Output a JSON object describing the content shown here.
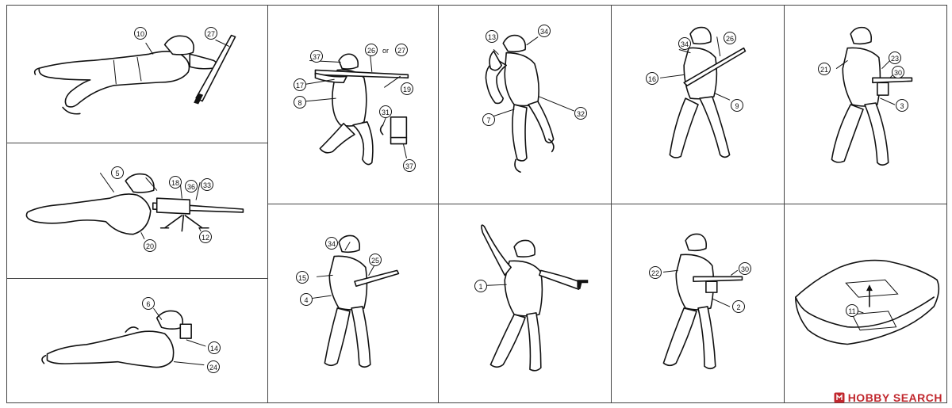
{
  "watermark": {
    "text": "HOBBY SEARCH",
    "brand_color": "#c1272d"
  },
  "connector_text": "or",
  "panels": [
    {
      "id": "prone-rifleman",
      "callouts": [
        "10",
        "27"
      ]
    },
    {
      "id": "machine-gunner",
      "callouts": [
        "5",
        "18",
        "36",
        "33",
        "12",
        "20"
      ]
    },
    {
      "id": "prone-binoculars",
      "callouts": [
        "6",
        "14",
        "24"
      ]
    },
    {
      "id": "kneeling-rifleman",
      "callouts": [
        "37",
        "26",
        "27",
        "17",
        "19",
        "8",
        "31",
        "37"
      ]
    },
    {
      "id": "grenade-thrower",
      "callouts": [
        "13",
        "34",
        "7",
        "32"
      ]
    },
    {
      "id": "standing-rifleman",
      "callouts": [
        "34",
        "26",
        "16",
        "9"
      ]
    },
    {
      "id": "smg-soldier",
      "callouts": [
        "21",
        "23",
        "30",
        "3"
      ]
    },
    {
      "id": "smg-walking",
      "callouts": [
        "34",
        "25",
        "15",
        "4"
      ]
    },
    {
      "id": "officer-pistol",
      "callouts": [
        "1"
      ]
    },
    {
      "id": "smg-firing",
      "callouts": [
        "22",
        "30",
        "2"
      ]
    },
    {
      "id": "base",
      "callouts": [
        "11"
      ]
    }
  ]
}
